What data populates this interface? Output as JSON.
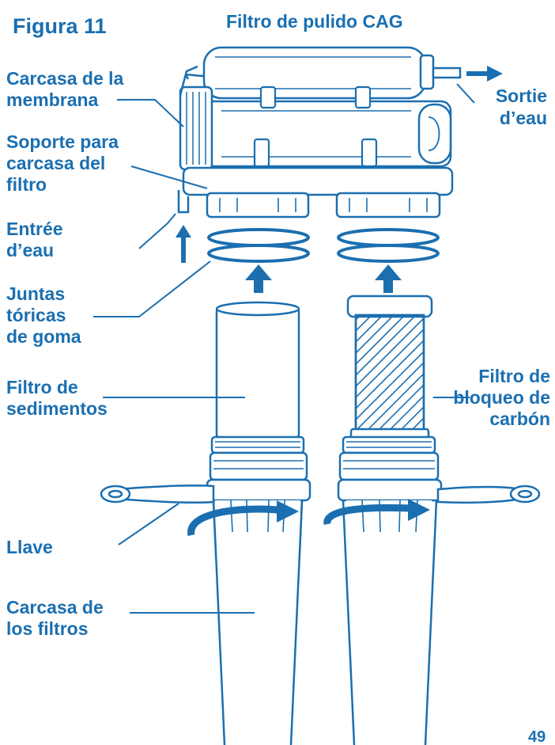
{
  "figure": {
    "number": "Figura 11",
    "page_number": "49"
  },
  "colors": {
    "accent": "#1b6fb0",
    "line": "#1b6fb0",
    "background": "#ffffff"
  },
  "labels": {
    "polishing_filter": "Filtro de pulido CAG",
    "membrane_housing_1": "Carcasa de la",
    "membrane_housing_2": "membrana",
    "water_outlet_1": "Sortie",
    "water_outlet_2": "d’eau",
    "bracket_1": "Soporte para",
    "bracket_2": "carcasa del",
    "bracket_3": "filtro",
    "water_inlet_1": "Entrée",
    "water_inlet_2": "d’eau",
    "orings_1": "Juntas",
    "orings_2": "tóricas",
    "orings_3": "de goma",
    "sediment_1": "Filtro de",
    "sediment_2": "sedimentos",
    "carbon_1": "Filtro de",
    "carbon_2": "bloqueo de",
    "carbon_3": "carbón",
    "wrench": "Llave",
    "housings_1": "Carcasa de",
    "housings_2": "los filtros"
  }
}
